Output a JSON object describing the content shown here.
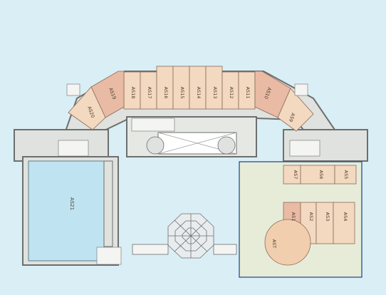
{
  "map": {
    "colors": {
      "background": "#d9eef5",
      "corridor": "#dfe2de",
      "wall": "#6d6f6e",
      "room_light": "#f3d9c0",
      "room_dark": "#e9bba4",
      "hall_blue": "#bfe3f0",
      "room_outline": "#8b6a5a",
      "highlight_fill": "#e6ecd8",
      "highlight_border": "#2a4f8c",
      "ast_circle": "#f1cfae"
    },
    "rooms": {
      "as1": "AS1",
      "as2": "AS2",
      "as3": "AS3",
      "as4": "AS4",
      "as5": "AS5",
      "as6": "AS6",
      "as7": "AS7",
      "as9": "AS9",
      "as10": "AS10",
      "as11": "AS11",
      "as12": "AS12",
      "as13": "AS13",
      "as14": "AS14",
      "as15": "AS15",
      "as16": "AS16",
      "as17": "AS17",
      "as18": "AS18",
      "as19": "AS19",
      "as20": "AS20",
      "as21": "AS21",
      "ast": "AST"
    }
  }
}
